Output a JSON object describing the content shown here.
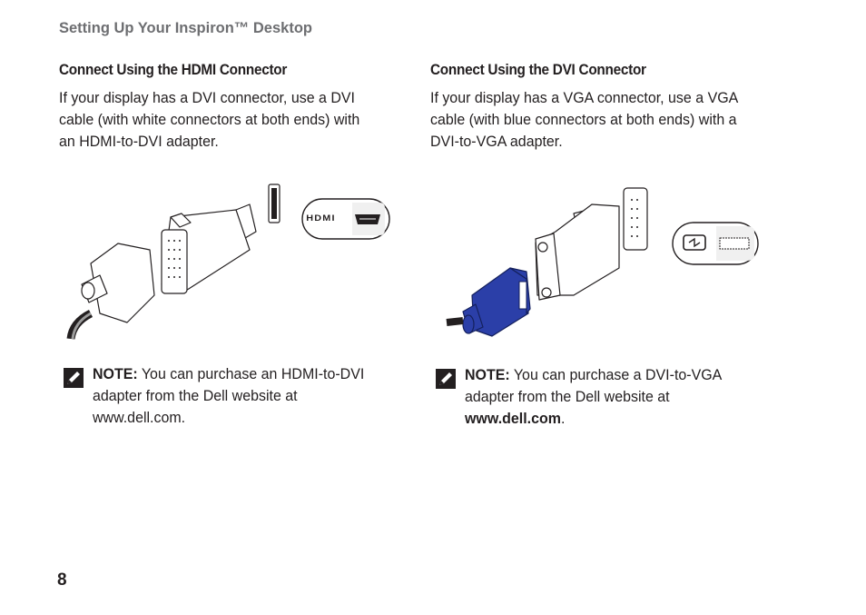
{
  "header": {
    "running_title": "Setting Up Your Inspiron™ Desktop"
  },
  "left_section": {
    "heading": "Connect Using the HDMI Connector",
    "body_line1": "If your display has a DVI connector, use a DVI",
    "body_line2": "cable (with white connectors at both ends) with",
    "body_line3": "an HDMI-to-DVI adapter.",
    "port_logo_text": "HDMI",
    "note_label": "NOTE:",
    "note_line1": " You can purchase an HDMI-to-DVI",
    "note_line2": "adapter from the Dell website at",
    "note_line3": "www.dell.com."
  },
  "right_section": {
    "heading": "Connect Using the DVI Connector",
    "body_line1": "If your display has a VGA connector, use a VGA",
    "body_line2": "cable (with blue connectors at both ends) with a",
    "body_line3": "DVI-to-VGA adapter.",
    "note_label": "NOTE:",
    "note_line1": " You can purchase a DVI-to-VGA",
    "note_line2": "adapter from the Dell website at",
    "note_url": "www.dell.com",
    "note_end": "."
  },
  "footer": {
    "page_number": "8"
  },
  "colors": {
    "vga_blue": "#2b3fa8",
    "outline": "#231f20",
    "header_gray": "#6d6e71"
  }
}
